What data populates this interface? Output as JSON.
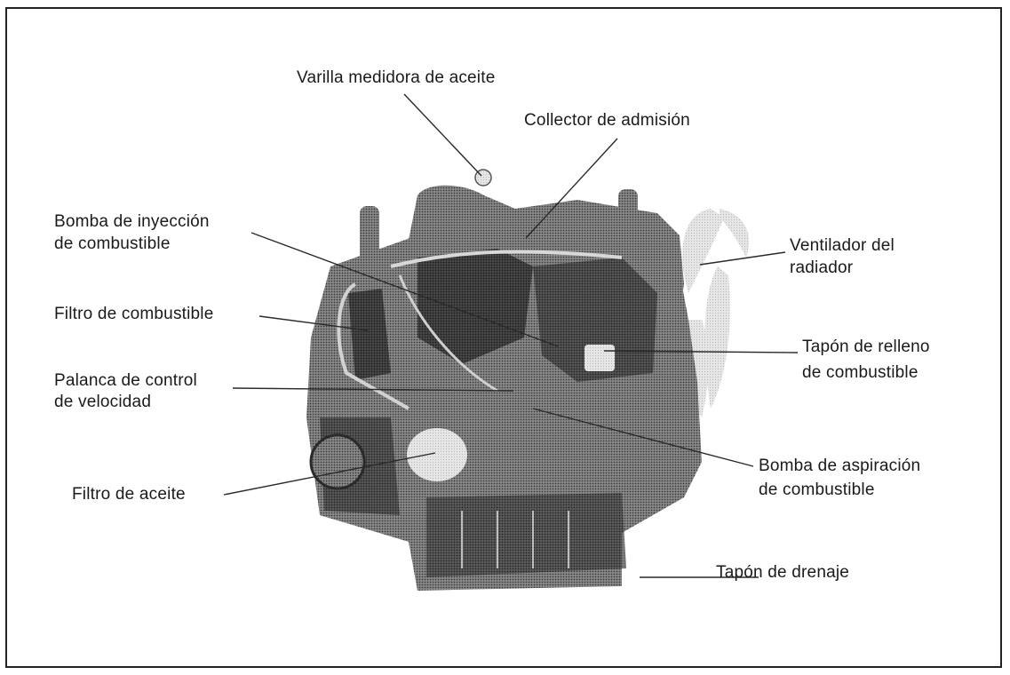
{
  "diagram": {
    "labels": {
      "dipstick": "Varilla medidora de aceite",
      "intake_manifold": "Collector de admisión",
      "injection_pump_l1": "Bomba de inyección",
      "injection_pump_l2": "de combustible",
      "fan_l1": "Ventilador del",
      "fan_l2": "radiador",
      "fuel_filter": "Filtro de combustible",
      "fuel_cap_l1": "Tapón de relleno",
      "fuel_cap_l2": "de combustible",
      "speed_lever_l1": "Palanca de control",
      "speed_lever_l2": "de velocidad",
      "feed_pump_l1": "Bomba de aspiración",
      "feed_pump_l2": "de combustible",
      "oil_filter": "Filtro de aceite",
      "drain_plug": "Tapón de drenaje"
    }
  }
}
